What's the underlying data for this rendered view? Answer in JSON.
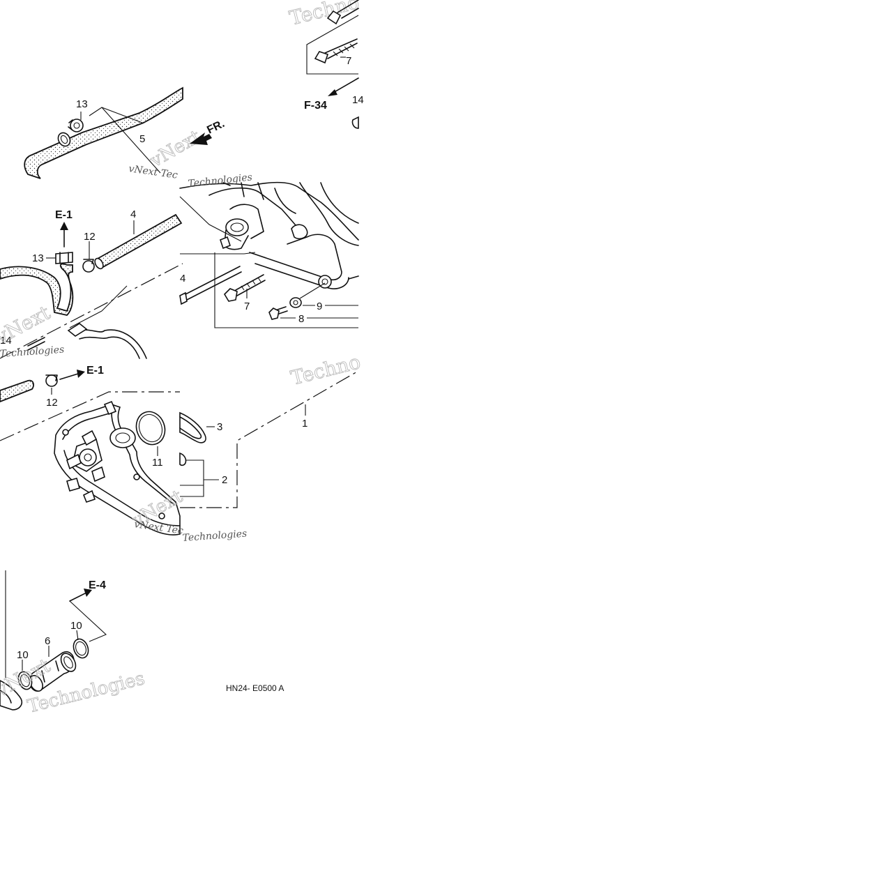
{
  "diagram": {
    "part_labels": {
      "p1": "1",
      "p2": "2",
      "p3": "3",
      "p4": "4",
      "p5": "5",
      "p6": "6",
      "p7": "7",
      "p8": "8",
      "p9": "9",
      "p10": "10",
      "p11": "11",
      "p12": "12",
      "p13": "13",
      "p14": "14"
    },
    "references": {
      "e1": "E-1",
      "e4": "E-4",
      "f34": "F-34",
      "fr": "FR."
    },
    "code": "HN24- E0500 A",
    "watermark": {
      "brand": "vNext",
      "technologies": "Technologies",
      "techno": "Techno",
      "vnext_tec": "vNext Tec"
    }
  }
}
